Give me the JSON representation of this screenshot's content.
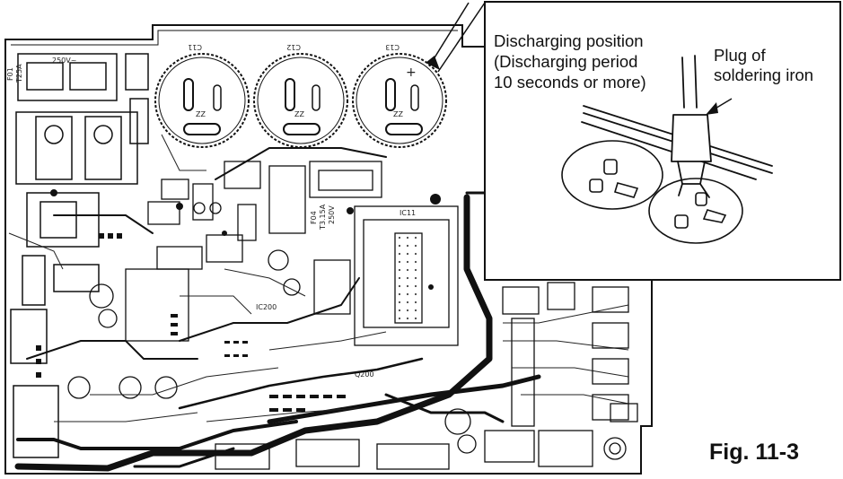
{
  "figure": {
    "label": "Fig.  11-3"
  },
  "callout": {
    "discharge_line1": "Discharging position",
    "discharge_line2": "(Discharging period",
    "discharge_line3": "10 seconds or more)",
    "plug_line1": "Plug of",
    "plug_line2": "soldering iron"
  },
  "board": {
    "capacitor_labels": [
      "C11",
      "C12",
      "C13"
    ],
    "fuse_labels": [
      "F01",
      "T25A",
      "250V~"
    ],
    "fuse2_labels": [
      "F04",
      "T3.15A",
      "250V"
    ],
    "chip_labels": [
      "IC200",
      "IC11",
      "Q200"
    ]
  },
  "colors": {
    "ink": "#111111",
    "paper": "#ffffff",
    "gray": "#cfcfcf"
  }
}
